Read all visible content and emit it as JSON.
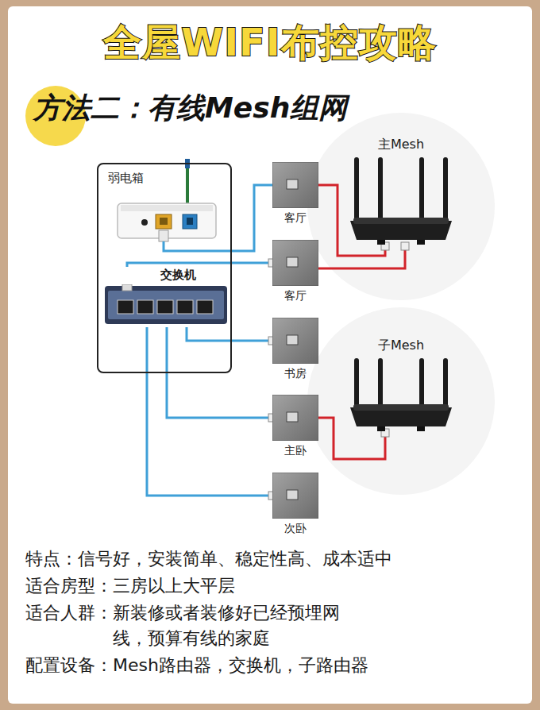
{
  "diagram": {
    "title": "全屋WIFI布控攻略",
    "nodes": [
      {
        "text": [
          "弱电箱"
        ]
      },
      {
        "text": [
          "交换机"
        ],
        "in": 0
      },
      {
        "text": [
          "客厅"
        ]
      },
      {
        "text": [
          "客厅"
        ]
      },
      {
        "text": [
          "书房"
        ]
      },
      {
        "text": [
          "主卧"
        ]
      },
      {
        "text": [
          "次卧"
        ]
      },
      {
        "text": [
          "主Mesh"
        ]
      },
      {
        "text": [
          "子Mesh"
        ]
      }
    ],
    "edges": [
      {
        "from": 1,
        "to": 3,
        "arrow": "none"
      },
      {
        "from": 1,
        "to": 4,
        "arrow": "none"
      },
      {
        "from": 1,
        "to": 5,
        "arrow": "none"
      },
      {
        "from": 1,
        "to": 6,
        "arrow": "none"
      },
      {
        "from": 2,
        "to": 7,
        "arrow": "none"
      },
      {
        "from": 3,
        "to": 7,
        "arrow": "none"
      },
      {
        "from": 5,
        "to": 8,
        "arrow": "none"
      }
    ],
    "labels": [
      "方法二：有线Mesh组网",
      "特点：信号好，安装简单、稳定性高、成本适中",
      "适合房型：三房以上大平层",
      "适合人群：新装修或者装修好已经预埋网线，预算有线的家庭",
      "配置设备：Mesh路由器，交换机，子路由器"
    ]
  }
}
